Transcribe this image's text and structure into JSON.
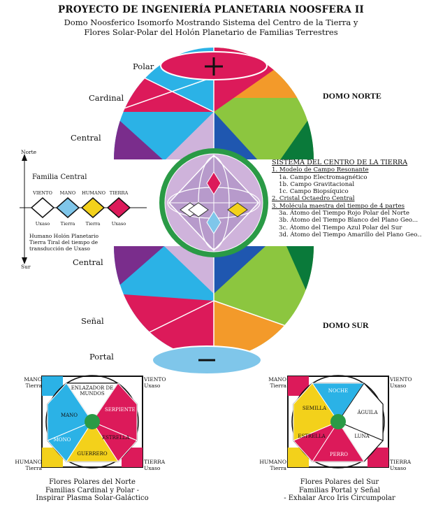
{
  "header": {
    "title": "PROYECTO DE INGENIERÍA PLANETARIA NOOSFERA II",
    "subtitle_1": "Domo Noosferico Isomorfo Mostrando Sistema del Centro de la Tierra y",
    "subtitle_2": "Flores Solar-Polar del Holón Planetario de Familias Terrestres"
  },
  "north": {
    "label": "DOMO NORTE",
    "levels": [
      "Polar",
      "Cardinal",
      "Central"
    ]
  },
  "south": {
    "label": "DOMO SUR",
    "levels": [
      "Central",
      "Señal",
      "Portal"
    ]
  },
  "colors": {
    "red": "#dc1a5a",
    "orange": "#f39a2a",
    "green": "#8cc63f",
    "dark_green": "#0a7a3a",
    "blue": "#2bb2e6",
    "dark_blue": "#1f57b0",
    "purple": "#7a2d8c",
    "lilac": "#cfb3db",
    "yellow": "#f3d11b",
    "light_blue": "#7fc6ea",
    "globe_green": "#2a9a46"
  },
  "legend": {
    "norte": "Norte",
    "sur": "Sur",
    "family": "Familia Central",
    "tribes": [
      "VIENTO",
      "MANO",
      "HUMANO",
      "TIERRA"
    ],
    "tones": [
      "Uxaso",
      "Tierra",
      "Tierra",
      "Uxaso"
    ],
    "note": [
      "Humano Holón Planetario",
      "Tierra Tiral del tiempo de",
      "transducción de Uxaso"
    ]
  },
  "system": {
    "title": "SISTEMA DEL CENTRO DE LA TIERRA",
    "lines": [
      {
        "text": "1. Modelo de Campo Resonante",
        "kind": "u"
      },
      {
        "text": "1a. Campo Electromagnético",
        "kind": "i"
      },
      {
        "text": "1b. Campo Gravitacional",
        "kind": "i"
      },
      {
        "text": "1c. Campo Biopsíquico",
        "kind": "i"
      },
      {
        "text": "2. Cristal Octaedro Central",
        "kind": "u"
      },
      {
        "text": "3. Molécula maestra del tiempo de 4 partes",
        "kind": "u"
      },
      {
        "text": "3a. Átomo del Tiempo Rojo Polar del Norte",
        "kind": "i"
      },
      {
        "text": "3b. Átomo del Tiempo Blanco del Plano Geo...",
        "kind": "i"
      },
      {
        "text": "3c. Átomo del Tiempo Azul Polar del Sur",
        "kind": "i"
      },
      {
        "text": "3d. Átomo del Tiempo Amarillo del Plano Geo...",
        "kind": "i"
      }
    ]
  },
  "flower_north": {
    "corners": {
      "tl": [
        "MANO",
        "Tierra"
      ],
      "tr": [
        "VIENTO",
        "Uxaso"
      ],
      "bl": [
        "HUMANO",
        "Tierra"
      ],
      "br": [
        "TIERRA",
        "Uxaso"
      ]
    },
    "petals": [
      "ENLAZADOR DE MUNDOS",
      "MANO",
      "SERPIENTE",
      "ESTRELLA",
      "GUERRERO",
      "MONO"
    ],
    "caption": [
      "Flores Polares del Norte",
      "Familias Cardinal y Polar -",
      "Inspirar Plasma Solar-Galáctico"
    ]
  },
  "flower_south": {
    "corners": {
      "tl": [
        "MANO",
        "Tierra"
      ],
      "tr": [
        "VIENTO",
        "Uxaso"
      ],
      "bl": [
        "HUMANO",
        "Tierra"
      ],
      "br": [
        "TIERRA",
        "Uxaso"
      ]
    },
    "petals": [
      "NOCHE",
      "SEMILLA",
      "ESTRELLA",
      "LUNA",
      "ÁGUILA",
      "PERRO"
    ],
    "caption": [
      "Flores Polares del Sur",
      "Familias Portal y Señal",
      "- Exhalar Arco Iris Circumpolar"
    ]
  }
}
